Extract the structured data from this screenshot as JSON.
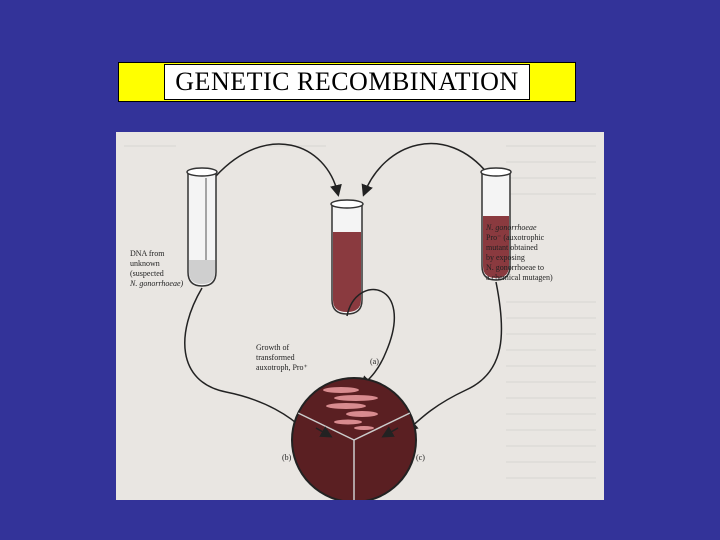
{
  "slide": {
    "title": "GENETIC RECOMBINATION"
  },
  "figure": {
    "left_tube_label": [
      "DNA from",
      "unknown",
      "(suspected",
      "N. gonorrhoeae)"
    ],
    "right_tube_label": [
      "N. gonorrhoeae",
      "Pro⁻ (auxotrophic",
      "mutant obtained",
      "by exposing",
      "N. gonorrhoeae to",
      "a chemical mutagen)"
    ],
    "growth_label": [
      "Growth of",
      "transformed",
      "auxotroph, Pro⁺"
    ],
    "panel_a": "(a)",
    "panel_b": "(b)",
    "panel_c": "(c)",
    "colors": {
      "culture": "#8a3a3f",
      "plate": "#5a1f22",
      "background_paper": "#e9e6e2"
    }
  }
}
